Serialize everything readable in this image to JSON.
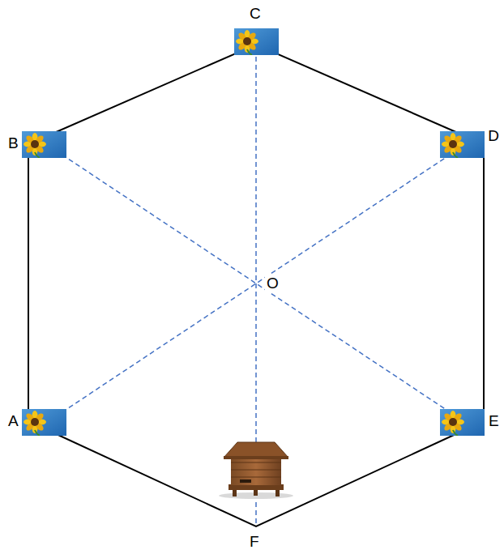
{
  "diagram": {
    "labels": [
      "C",
      "B",
      "D",
      "O",
      "A",
      "E",
      "F"
    ]
  }
}
